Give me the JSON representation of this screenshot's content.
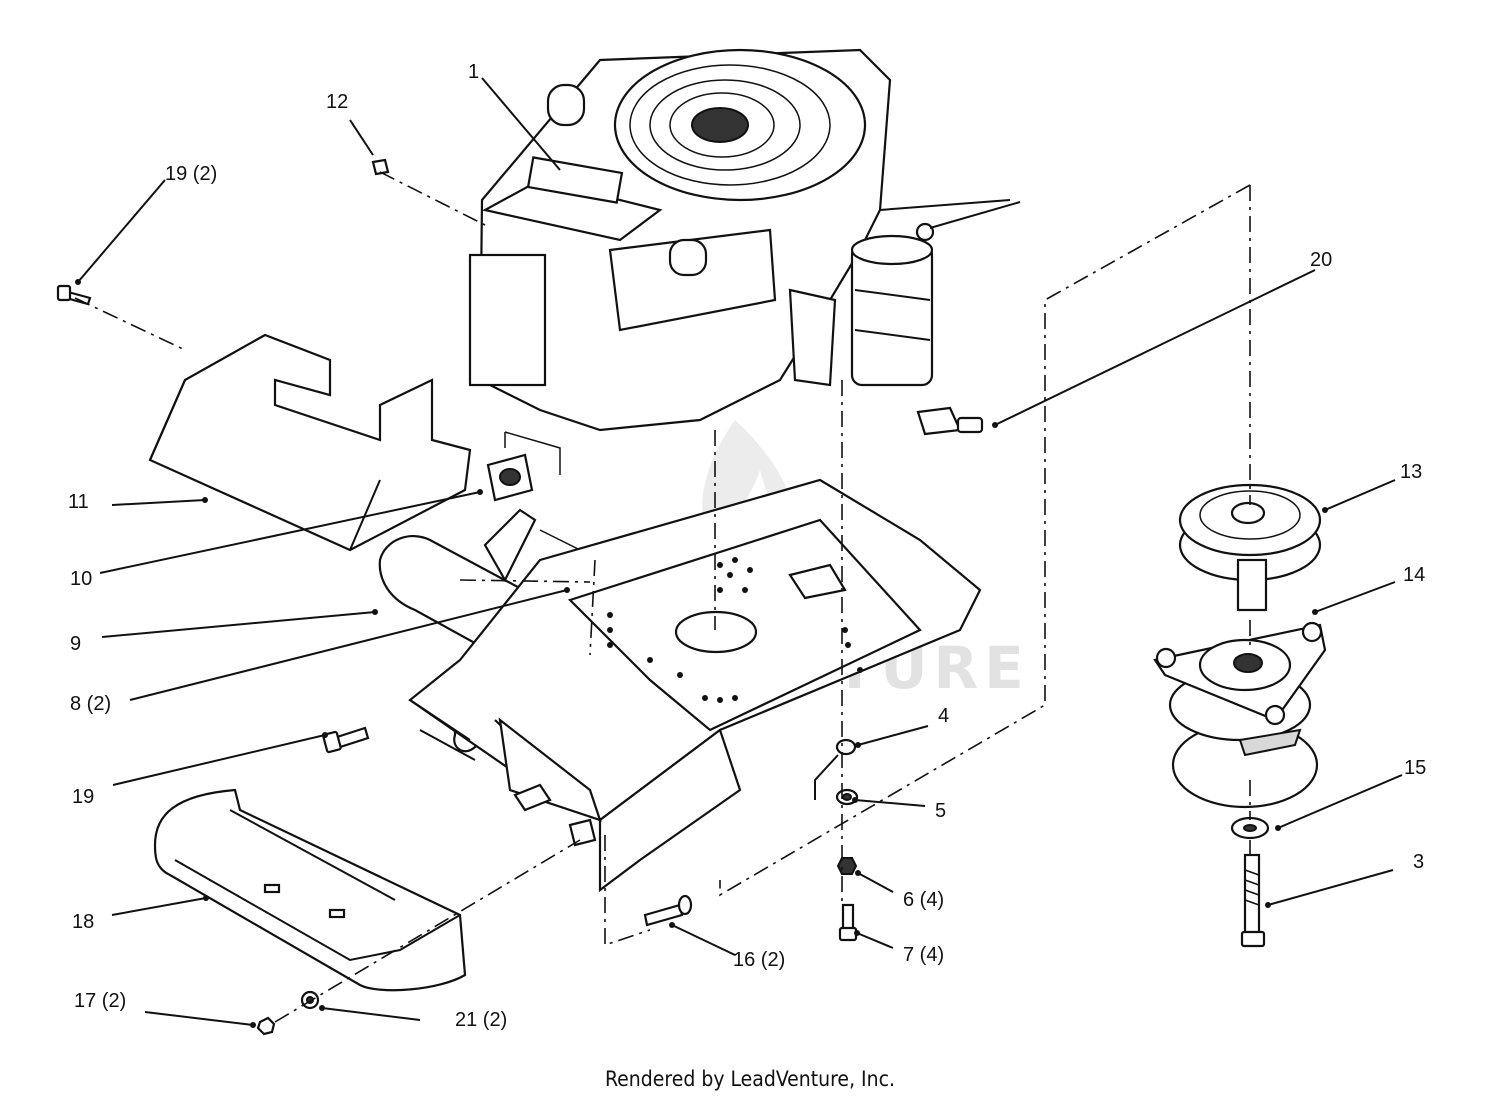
{
  "callouts": [
    {
      "id": "1",
      "text": "1"
    },
    {
      "id": "12",
      "text": "12"
    },
    {
      "id": "19-2",
      "text": "19 (2)"
    },
    {
      "id": "20",
      "text": "20"
    },
    {
      "id": "11",
      "text": "11"
    },
    {
      "id": "10",
      "text": "10"
    },
    {
      "id": "9",
      "text": "9"
    },
    {
      "id": "8-2",
      "text": "8 (2)"
    },
    {
      "id": "13",
      "text": "13"
    },
    {
      "id": "14",
      "text": "14"
    },
    {
      "id": "4",
      "text": "4"
    },
    {
      "id": "5",
      "text": "5"
    },
    {
      "id": "19",
      "text": "19"
    },
    {
      "id": "15",
      "text": "15"
    },
    {
      "id": "3",
      "text": "3"
    },
    {
      "id": "6-4",
      "text": "6 (4)"
    },
    {
      "id": "18",
      "text": "18"
    },
    {
      "id": "7-4",
      "text": "7 (4)"
    },
    {
      "id": "16-2",
      "text": "16 (2)"
    },
    {
      "id": "17-2",
      "text": "17 (2)"
    },
    {
      "id": "21-2",
      "text": "21 (2)"
    }
  ],
  "watermark": "LEADVENTURE",
  "footer": "Rendered by LeadVenture, Inc."
}
